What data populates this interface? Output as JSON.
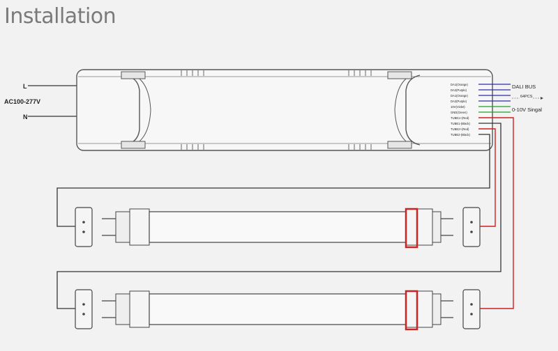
{
  "title": "Installation",
  "power": {
    "line": "L",
    "voltage": "AC100-277V",
    "neutral": "N"
  },
  "driver_pins": [
    "DA1(Orange)",
    "DA2(Purple)",
    "DA1(Orange)",
    "DA2(Purple)",
    "10V(Violet)",
    "GND(Green)",
    "TUBE1+(Red)",
    "TUBE1-(Black)",
    "TUBE2+(Red)",
    "TUBE2-(Black)"
  ],
  "signals": {
    "dali": "DALI BUS",
    "max": "64PCS",
    "analog": "0-10V Singal"
  },
  "colors": {
    "outline": "#555555",
    "dali_wire": "#2c2ca8",
    "analog_wire": "#22a02a",
    "tube_positive": "#d02020",
    "tube_negative": "#333333",
    "highlight": "#cc2222"
  }
}
